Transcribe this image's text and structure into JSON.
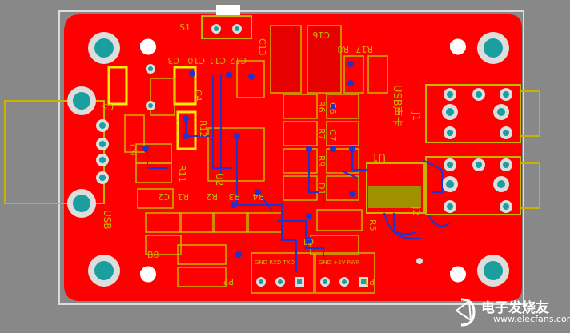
{
  "pcb": {
    "colors": {
      "background": "#888888",
      "copper_top": "#ff0000",
      "silkscreen": "#c8b400",
      "pad": "#1a9e9e",
      "trace_bottom": "#2233cc",
      "board_outline": "#dcdcdc"
    },
    "designators": {
      "s1": "S1",
      "c1": "C1",
      "c2": "C2",
      "c3": "C3",
      "c4": "C4",
      "c5": "C5",
      "c6": "C6",
      "c7": "C7",
      "c9": "C9",
      "c10": "C10",
      "c11": "C11",
      "c12": "C12",
      "c13": "C13",
      "c16": "C16",
      "r1": "R1",
      "r2": "R2",
      "r3": "R3",
      "r4": "R4",
      "r5": "R5",
      "r6": "R6",
      "r7": "R7",
      "r8": "R8",
      "r9": "R9",
      "r11": "R11",
      "r12": "R12",
      "r17": "R17",
      "d1": "D1",
      "u1": "U1",
      "u2": "U2",
      "b8": "B8",
      "j1": "J1",
      "j2": "J2",
      "p1": "P1",
      "p2": "P2",
      "usb": "USB",
      "usb_sound": "USB声卡"
    },
    "header_labels": {
      "p2": "GND RXD TXD",
      "p1": "GND +5V PWR"
    }
  },
  "watermark": {
    "text": "电子发烧友",
    "url": "www.elecfans.com"
  }
}
